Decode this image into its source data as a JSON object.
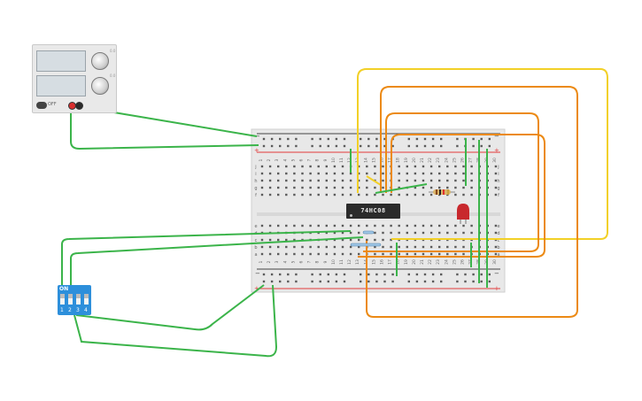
{
  "power_supply": {
    "knob_labels": [
      "0.0",
      "0.0"
    ],
    "power_switch_label": "OFF"
  },
  "ic_chip": {
    "label": "74HC08"
  },
  "dip_switch": {
    "on_label": "ON",
    "switch_numbers": [
      "1",
      "2",
      "3",
      "4"
    ]
  },
  "breadboard": {
    "rail_labels": {
      "minus": "−",
      "plus": "+"
    },
    "column_numbers": [
      "1",
      "2",
      "3",
      "4",
      "5",
      "6",
      "7",
      "8",
      "9",
      "10",
      "11",
      "12",
      "13",
      "14",
      "15",
      "16",
      "17",
      "18",
      "19",
      "20",
      "21",
      "22",
      "23",
      "24",
      "25",
      "26",
      "27",
      "28",
      "29",
      "30"
    ],
    "top_row_letters": [
      "j",
      "i",
      "h",
      "g",
      "f"
    ],
    "bottom_row_letters": [
      "e",
      "d",
      "c",
      "b",
      "a"
    ]
  },
  "colors": {
    "wire_green": "#3bb44a",
    "wire_yellow": "#f2d027",
    "wire_orange": "#ec8a14",
    "rail_red": "#e23a3a",
    "rail_dark": "#444444",
    "led": "#c8282d",
    "chip": "#2b2b2b",
    "dip_switch": "#2d8fdb"
  }
}
